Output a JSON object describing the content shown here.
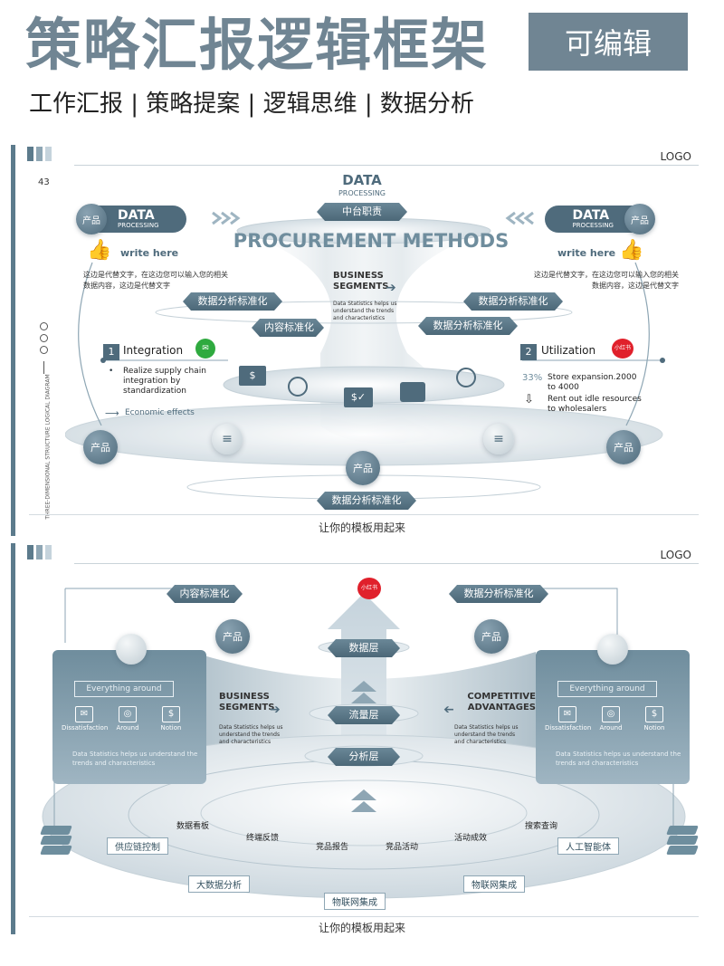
{
  "header": {
    "title": "策略汇报逻辑框架",
    "badge": "可编辑",
    "subtitle": "工作汇报 | 策略提案 | 逻辑思维 | 数据分析"
  },
  "slide1": {
    "logo": "LOGO",
    "page_number": "43",
    "side_text": "THREE-DIMENSIONAL STRUCTURE LOGICAL DIAGRAM",
    "top_data": "DATA",
    "top_processing": "PROCESSING",
    "top_pill": "中台职责",
    "headline": "PROCUREMENT METHODS",
    "left_cap": {
      "badge": "产品",
      "title": "DATA",
      "sub": "PROCESSING"
    },
    "right_cap": {
      "badge": "产品",
      "title": "DATA",
      "sub": "PROCESSING"
    },
    "left_write": "write here",
    "right_write": "write here",
    "left_desc": "这边是代替文字，在这边您可以输入您的相关数据内容，这边是代替文字",
    "right_desc": "这边是代替文字，在这边您可以输入您的相关数据内容，这边是代替文字",
    "pill_left": "数据分析标准化",
    "pill_right": "数据分析标准化",
    "pill_content": "内容标准化",
    "pill_right2": "数据分析标准化",
    "pill_bottom": "数据分析标准化",
    "business_title": "BUSINESS SEGMENTS",
    "business_text": "Data Statistics helps us understand the trends and characteristics",
    "item1": {
      "num": "1",
      "title": "Integration",
      "bullet": "Realize supply chain integration by standardization",
      "effect": "Economic effects"
    },
    "item2": {
      "num": "2",
      "title": "Utilization",
      "badge": "小红书",
      "pct": "33%",
      "line1": "Store expansion.2000 to 4000",
      "line2": "Rent out idle resources to wholesalers"
    },
    "circles": [
      "产品",
      "产品",
      "产品"
    ],
    "caption": "让你的模板用起来"
  },
  "slide2": {
    "logo": "LOGO",
    "pill_left": "内容标准化",
    "pill_right": "数据分析标准化",
    "top_badge": "小红书",
    "layer1": "数据层",
    "layer2": "流量层",
    "layer3": "分析层",
    "circle_left": "产品",
    "circle_right": "产品",
    "panel": {
      "label": "Everything around",
      "icons": [
        "Dissatisfaction",
        "Around",
        "Notion"
      ],
      "text": "Data Statistics helps us understand the trends and characteristics"
    },
    "business_title": "BUSINESS SEGMENTS",
    "business_text": "Data Statistics helps us understand the trends and characteristics",
    "competitive_title": "COMPETITIVE ADVANTAGES",
    "competitive_text": "Data Statistics helps us understand the trends and characteristics",
    "ring_labels": [
      "数据看板",
      "终端反馈",
      "竞品报告",
      "竞品活动",
      "活动成效",
      "搜索查询"
    ],
    "boxes": [
      "供应链控制",
      "人工智能体",
      "大数据分析",
      "物联网集成",
      "物联网集成"
    ],
    "caption": "让你的模板用起来"
  }
}
